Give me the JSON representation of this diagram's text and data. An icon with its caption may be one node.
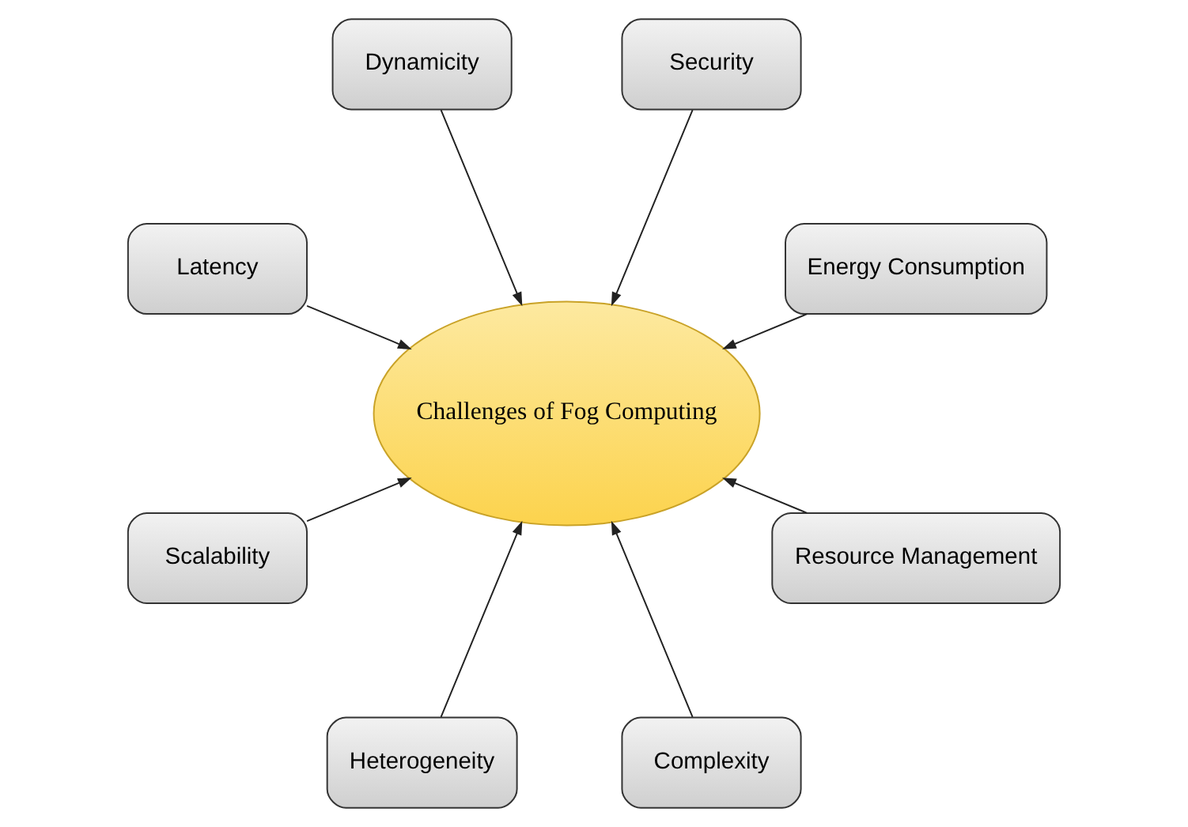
{
  "diagram": {
    "nodes": [
      {
        "text": [
          "Energy Consumption"
        ]
      },
      {
        "text": [
          "Security"
        ]
      },
      {
        "text": [
          "Dynamicity"
        ]
      },
      {
        "text": [
          "Challenges of Fog Computing"
        ]
      },
      {
        "text": [
          "Latency"
        ]
      },
      {
        "text": [
          "Scalability"
        ]
      },
      {
        "text": [
          "Heterogeneity"
        ]
      },
      {
        "text": [
          "Complexity"
        ]
      },
      {
        "text": [
          "Resource Management"
        ]
      }
    ],
    "edges": [
      {
        "from": 0,
        "to": 3,
        "arrow": "to"
      },
      {
        "from": 1,
        "to": 3,
        "arrow": "to"
      },
      {
        "from": 2,
        "to": 3,
        "arrow": "to"
      },
      {
        "from": 4,
        "to": 3,
        "arrow": "to"
      },
      {
        "from": 5,
        "to": 3,
        "arrow": "to"
      },
      {
        "from": 6,
        "to": 3,
        "arrow": "to"
      },
      {
        "from": 7,
        "to": 3,
        "arrow": "to"
      },
      {
        "from": 8,
        "to": 3,
        "arrow": "to"
      }
    ]
  }
}
